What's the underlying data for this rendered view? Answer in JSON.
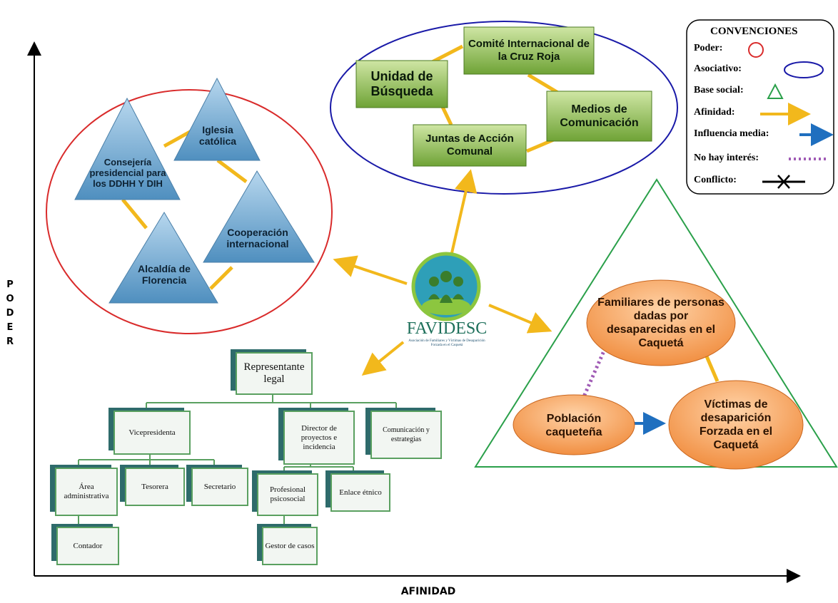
{
  "axes": {
    "y_label": "PODER",
    "x_label": "AFINIDAD"
  },
  "legend": {
    "title": "CONVENCIONES",
    "items": [
      {
        "label": "Poder:",
        "symbol": "red-circle"
      },
      {
        "label": "Asociativo:",
        "symbol": "blue-ellipse"
      },
      {
        "label": "Base social:",
        "symbol": "green-triangle"
      },
      {
        "label": "Afinidad:",
        "symbol": "yellow-arrow"
      },
      {
        "label": "Influencia media:",
        "symbol": "blue-arrow"
      },
      {
        "label": "No hay interés:",
        "symbol": "purple-dotted-line"
      },
      {
        "label": "Conflicto:",
        "symbol": "black-x-line"
      }
    ]
  },
  "power_group": {
    "items": [
      "Iglesia católica",
      "Consejería presidencial para los DDHH Y DIH",
      "Cooperación internacional",
      "Alcaldía de Florencia"
    ]
  },
  "associative_group": {
    "items": [
      "Comité Internacional de la Cruz Roja",
      "Unidad de Búsqueda",
      "Medios de Comunicación",
      "Juntas de Acción Comunal"
    ]
  },
  "social_base": {
    "items": [
      "Familiares de personas dadas por desaparecidas en el Caquetá",
      "Población caqueteña",
      "Víctimas de desaparición Forzada en el Caquetá"
    ]
  },
  "center": {
    "name": "FAVIDESC",
    "subtitle": "Asociación de Familiares y Víctimas de Desaparición Forzada en el Caquetá"
  },
  "org_chart": {
    "nodes": [
      "Representante legal",
      "Vicepresidenta",
      "Director de proyectos e incidencia",
      "Comunicación y estrategias",
      "Área administrativa",
      "Tesorera",
      "Secretario",
      "Profesional psicosocial",
      "Enlace étnico",
      "Contador",
      "Gestor de casos"
    ]
  },
  "colors": {
    "power": "#d92b2b",
    "associative": "#1a1aa8",
    "social_base": "#2aa04a",
    "affinity": "#f2b81c",
    "influence": "#1f6fbf",
    "no_interest": "#a05bb5",
    "triangle_fill": "#7fb3d6",
    "green_box": "#8fbf4f",
    "orange_ellipse": "#f7a35c",
    "org_box": "#2e6b6b"
  }
}
